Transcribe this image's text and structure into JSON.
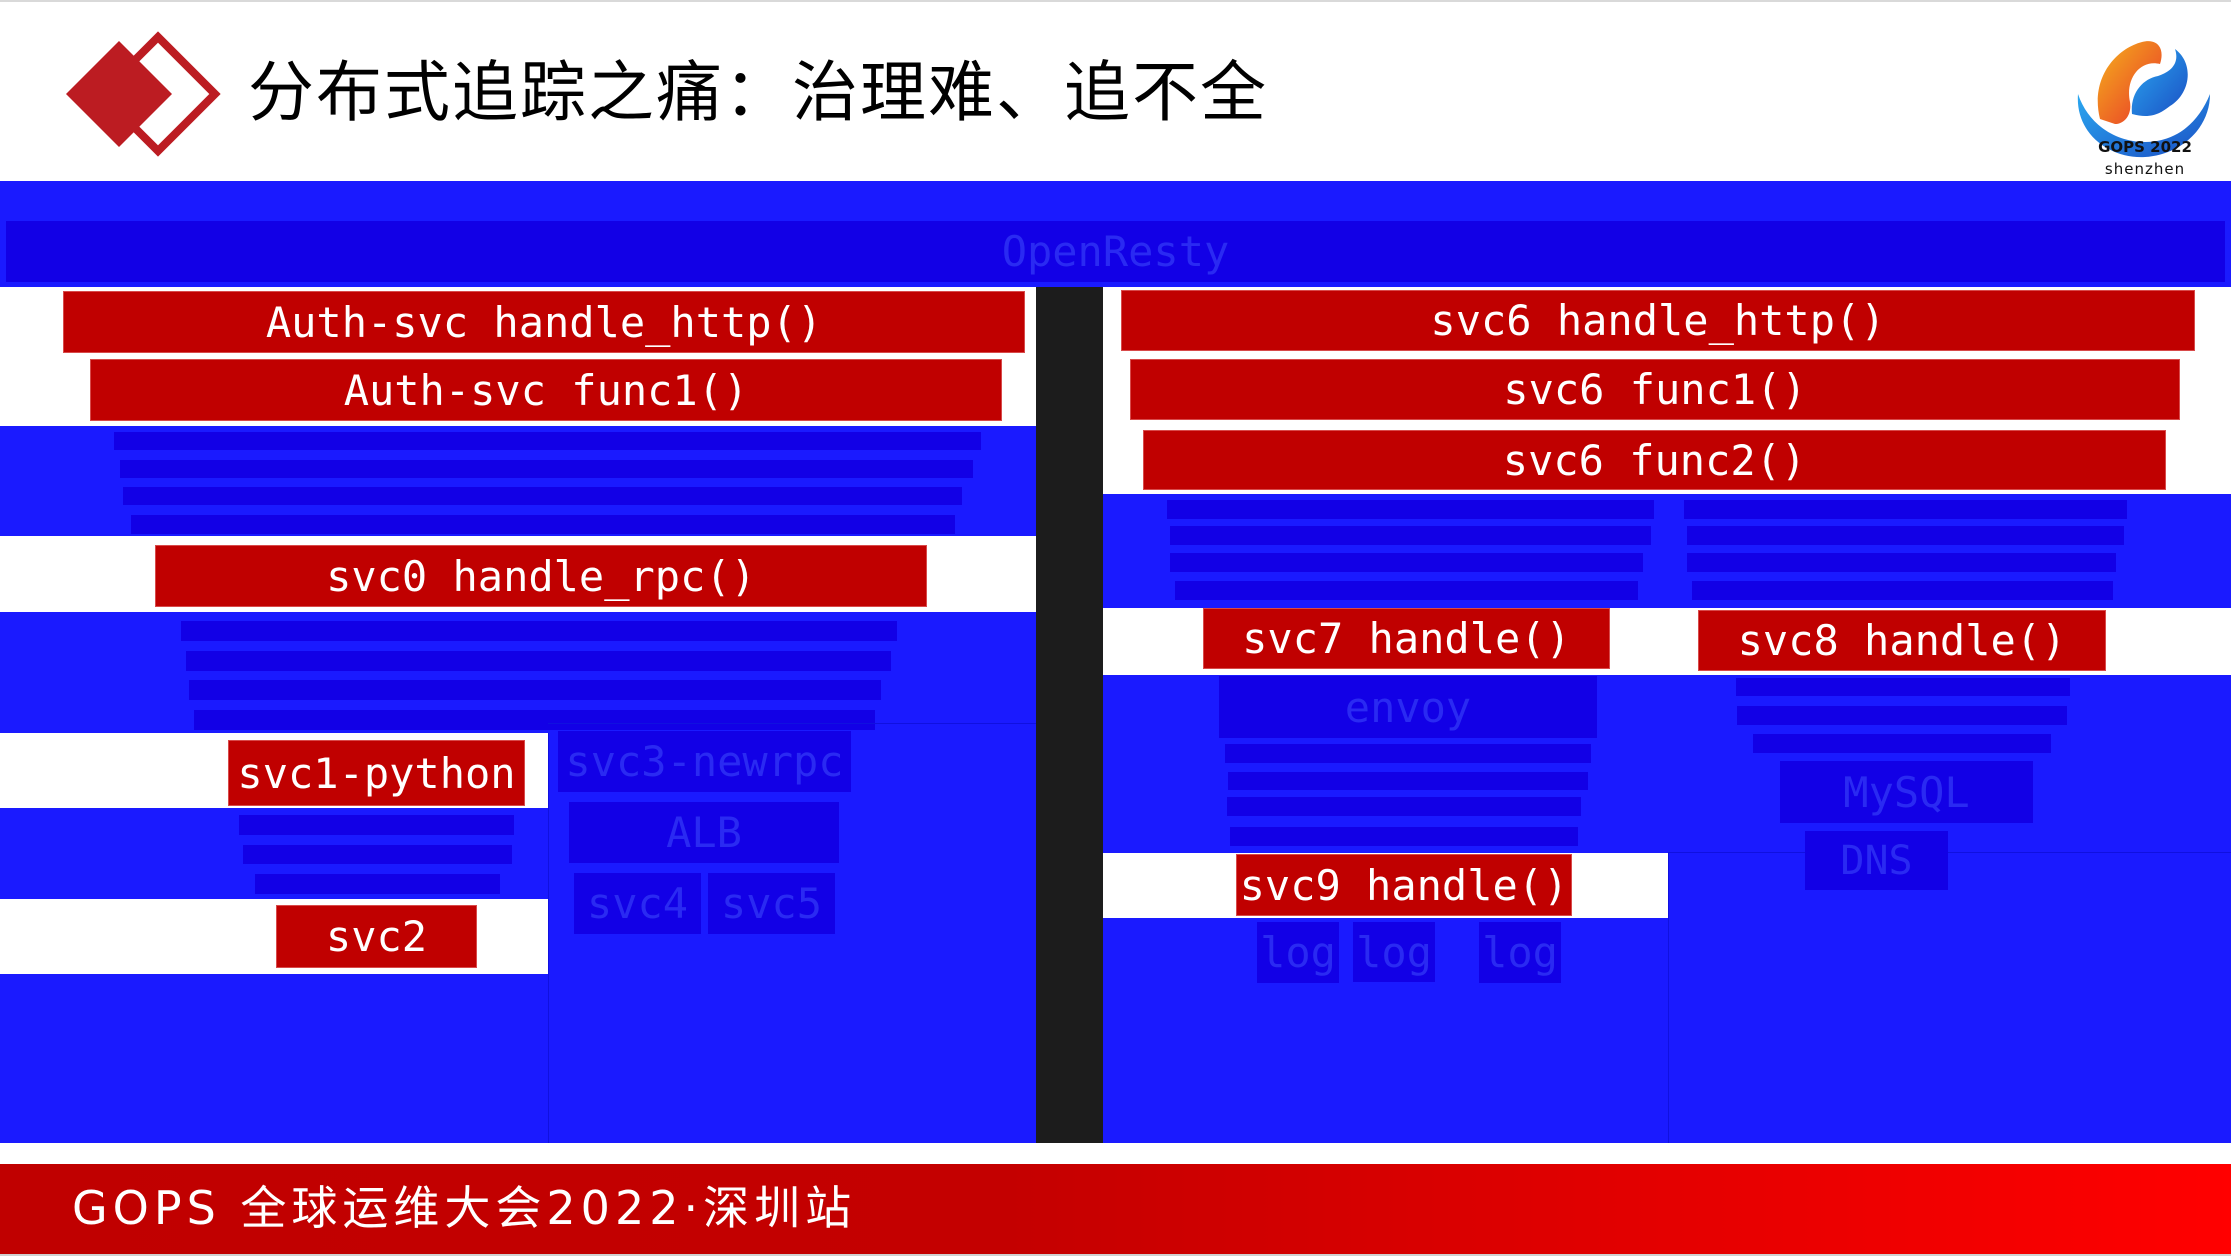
{
  "header": {
    "title": "分布式追踪之痛：治理难、追不全",
    "brand_line1": "GOPS 2022",
    "brand_line2": "shenzhen"
  },
  "colors": {
    "accent_red": "#C00000",
    "logo_red": "#BC1C22",
    "band_blue": "#1A1AFF",
    "frame_blue": "#1200E6",
    "divider": "#1C1C1C",
    "footer_gradient": [
      "#C00000",
      "#FF0000"
    ]
  },
  "diagram": {
    "root": {
      "label": "OpenResty"
    },
    "left": {
      "http": {
        "label": "Auth-svc handle_http()"
      },
      "func1": {
        "label": "Auth-svc func1()"
      },
      "svc0": {
        "label": "svc0 handle_rpc()"
      },
      "svc1": {
        "label": "svc1-python"
      },
      "svc2": {
        "label": "svc2"
      },
      "svc3": {
        "label": "svc3-newrpc"
      },
      "alb": {
        "label": "ALB"
      },
      "svc4": {
        "label": "svc4"
      },
      "svc5": {
        "label": "svc5"
      }
    },
    "right": {
      "http": {
        "label": "svc6 handle_http()"
      },
      "func1": {
        "label": "svc6 func1()"
      },
      "func2": {
        "label": "svc6 func2()"
      },
      "svc7": {
        "label": "svc7 handle()"
      },
      "svc8": {
        "label": "svc8 handle()"
      },
      "envoy": {
        "label": "envoy"
      },
      "svc9": {
        "label": "svc9 handle()"
      },
      "log1": {
        "label": "log"
      },
      "log2": {
        "label": "log"
      },
      "log3": {
        "label": "log"
      },
      "mysql": {
        "label": "MySQL"
      },
      "dns": {
        "label": "DNS"
      }
    }
  },
  "footer": {
    "text": "GOPS 全球运维大会2022·深圳站"
  }
}
